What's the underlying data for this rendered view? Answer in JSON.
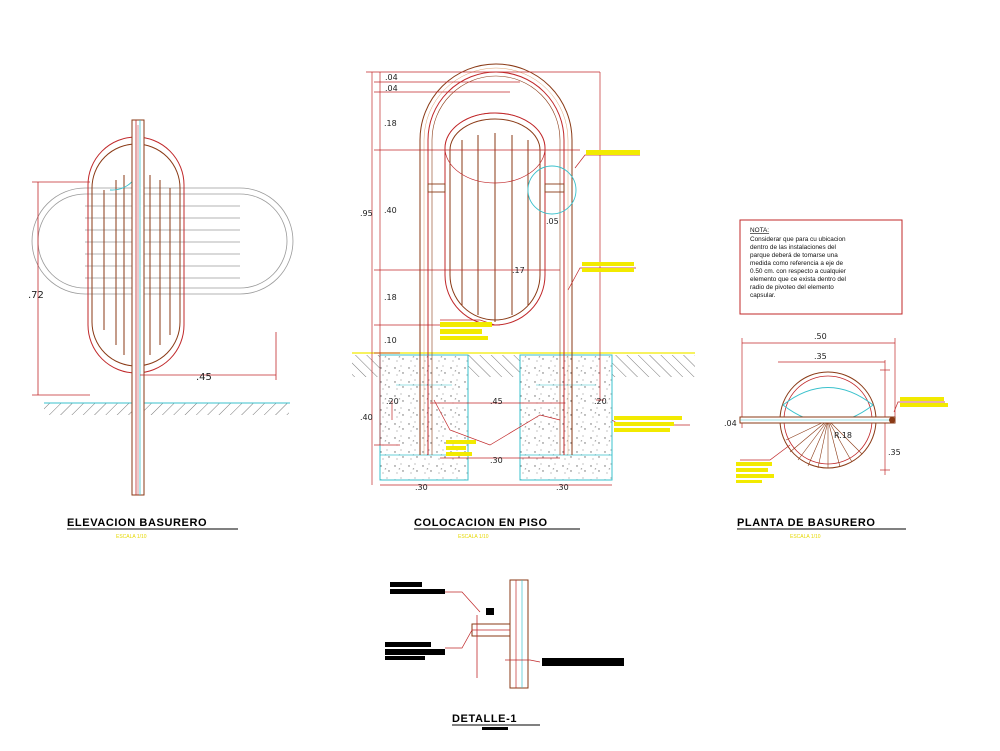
{
  "views": {
    "elevacion": {
      "title": "ELEVACION BASURERO",
      "scale": "ESCALA 1/10",
      "dim_height": ".72",
      "dim_width": ".45"
    },
    "colocacion": {
      "title": "COLOCACION EN PISO",
      "scale": "ESCALA 1/10",
      "dims": {
        "d04a": ".04",
        "d04b": ".04",
        "d18a": ".18",
        "d95": ".95",
        "d40a": ".40",
        "d18b": ".18",
        "d10": ".10",
        "d40b": ".40",
        "d20l": ".20",
        "d45": ".45",
        "d20r": ".20",
        "d17": ".17",
        "d05": ".05",
        "d30": ".30",
        "d30l": ".30",
        "d30r": ".30"
      }
    },
    "planta": {
      "title": "PLANTA DE BASURERO",
      "scale": "ESCALA 1/10",
      "dim_50": ".50",
      "dim_35": ".35",
      "dim_04": ".04",
      "dim_35v": ".35",
      "dim_r": "R.18"
    },
    "detalle": {
      "title": "DETALLE-1"
    }
  },
  "nota": {
    "heading": "NOTA:",
    "lines": [
      "Considerar que para cu ubicacion",
      "dentro de las instalaciones del",
      "parque deberá de tomarse una",
      "medida como referencia a eje de",
      "0.50 cm. con respecto a cualquier",
      "elemento que ce exista dentro del",
      "radio de pivoteo del elemento",
      "capsular."
    ]
  },
  "colors": {
    "accent_red": "#c0282a",
    "brown": "#8a3a16",
    "cyan": "#39c1cc",
    "yellow": "#f2ea00",
    "gray": "#9a9a9a"
  }
}
